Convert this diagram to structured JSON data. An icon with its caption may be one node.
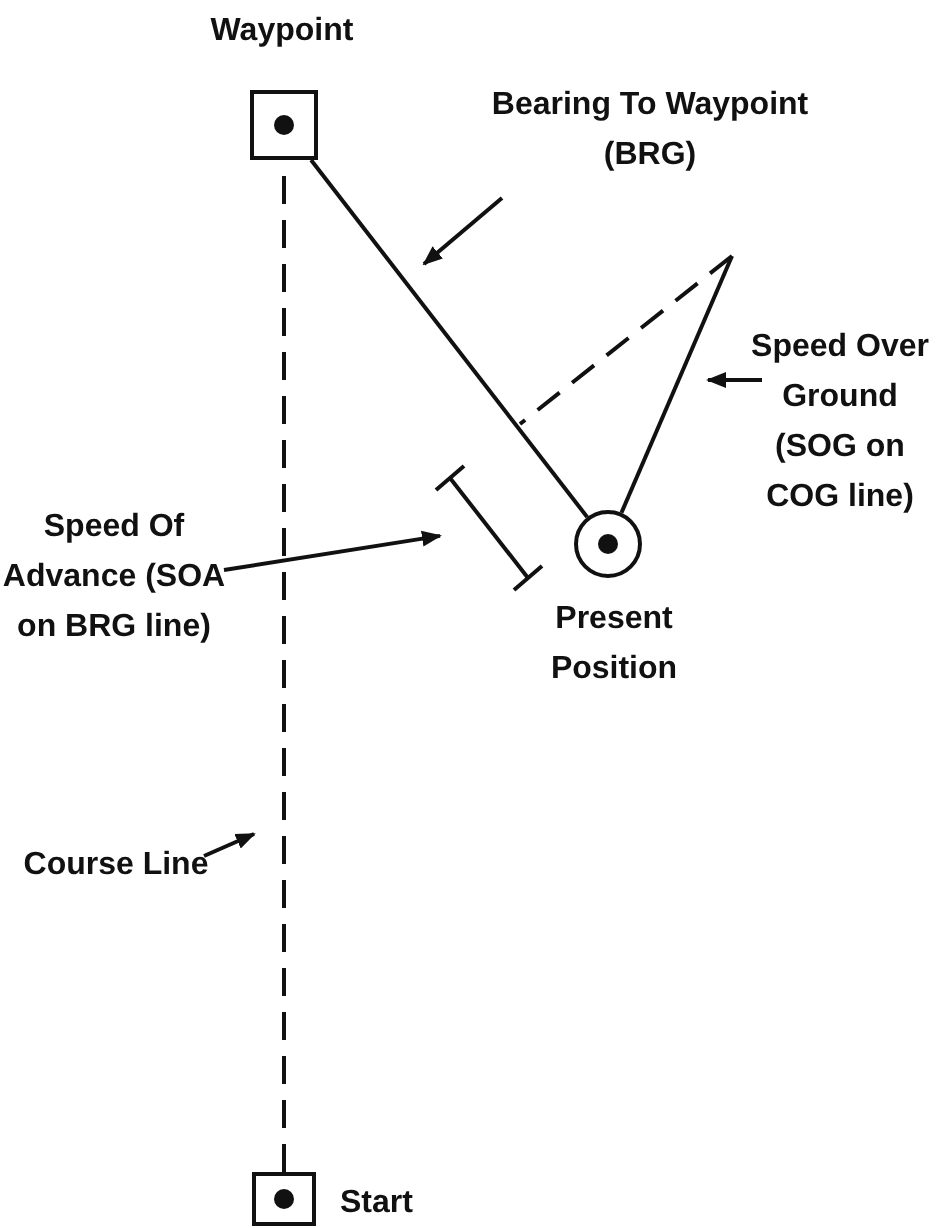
{
  "diagram": {
    "nodes": [
      {
        "text": [],
        "shape": "box",
        "beside": [
          "Waypoint"
        ]
      },
      {
        "text": [
          "Bearing To Waypoint (BRG)"
        ]
      },
      {
        "text": [
          "Speed Over Ground (SOG on COG line)"
        ]
      },
      {
        "text": [
          "Speed Of Advance (SOA on BRG line)"
        ]
      },
      {
        "text": [],
        "shape": "bar"
      },
      {
        "text": [],
        "shape": "circle",
        "beside": [
          "Present Position"
        ]
      },
      {
        "text": [
          "Course Line"
        ]
      },
      {
        "text": [],
        "shape": "box",
        "beside": [
          "Start"
        ]
      }
    ],
    "edges": [
      {
        "from": 7,
        "to": 0,
        "arrow": "none",
        "style": "dashed"
      },
      {
        "from": 5,
        "to": 0,
        "arrow": "none"
      },
      {
        "from": 5,
        "to": null,
        "arrow": "none"
      },
      {
        "from": 1,
        "to": null,
        "arrow": "to"
      },
      {
        "from": 2,
        "to": null,
        "arrow": "to"
      },
      {
        "from": 3,
        "to": 4,
        "arrow": "to"
      },
      {
        "from": 6,
        "to": null,
        "arrow": "to"
      }
    ]
  }
}
